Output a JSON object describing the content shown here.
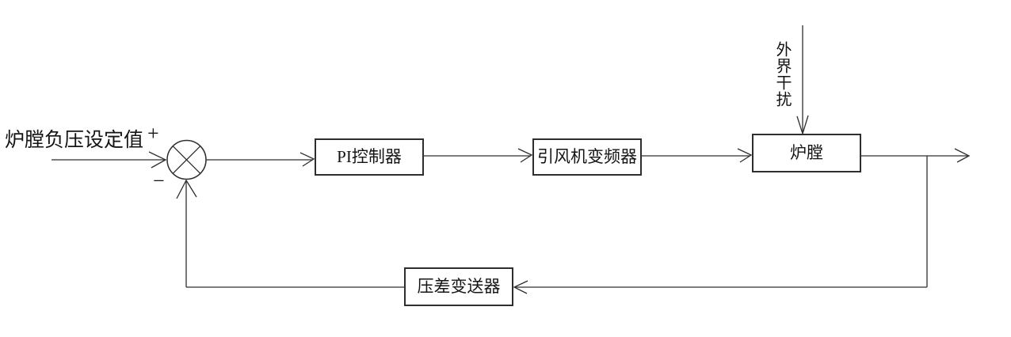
{
  "labels": {
    "setpoint": "炉膛负压设定值",
    "plus": "+",
    "minus": "−",
    "disturbance": "外界干扰"
  },
  "blocks": {
    "pi_controller": "PI控制器",
    "fan_inverter": "引风机变频器",
    "furnace": "炉膛",
    "transmitter": "压差变送器"
  },
  "colors": {
    "background": "#ffffff",
    "line": "#2e2e2e",
    "text": "#141414"
  }
}
